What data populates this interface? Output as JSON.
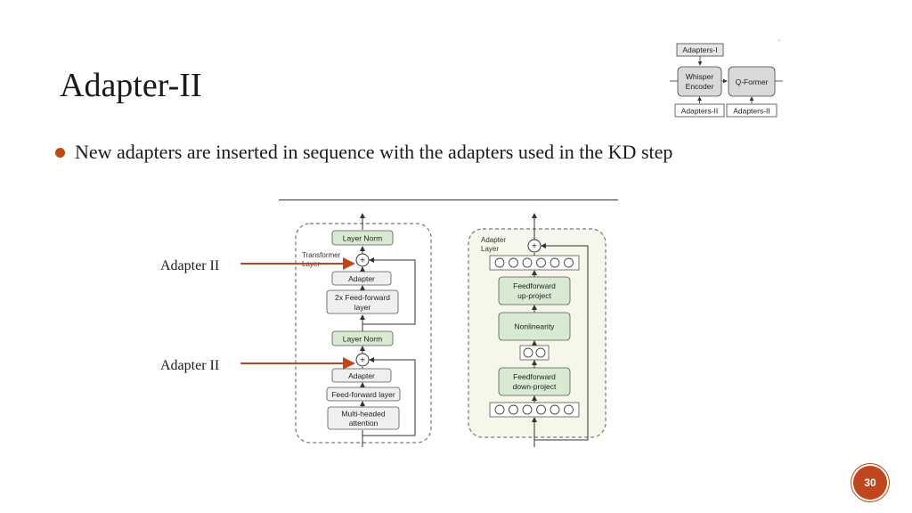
{
  "slide": {
    "title": "Adapter-II",
    "bullet": "New adapters are inserted in sequence with the adapters used in the KD step",
    "page_number": "30",
    "accent_color": "#c0461e"
  },
  "pipeline": {
    "adapters_top": "Adapters-I",
    "whisper_line1": "Whisper",
    "whisper_line2": "Encoder",
    "qformer": "Q-Former",
    "adapters_bottom_left": "Adapters-II",
    "adapters_bottom_right": "Adapters-II",
    "tick": "`"
  },
  "labels": {
    "adapter_upper": "Adapter II",
    "adapter_lower": "Adapter II"
  },
  "transformer": {
    "layer_label_1": "Transformer",
    "layer_label_2": "Layer",
    "layer_norm_top": "Layer Norm",
    "adapter_top": "Adapter",
    "ff2x_line1": "2x Feed-forward",
    "ff2x_line2": "layer",
    "layer_norm_mid": "Layer Norm",
    "adapter_bottom": "Adapter",
    "ff_layer": "Feed-forward layer",
    "mha_line1": "Multi-headed",
    "mha_line2": "attention",
    "plus": "+"
  },
  "adapter_layer": {
    "label_1": "Adapter",
    "label_2": "Layer",
    "ff_up_line1": "Feedforward",
    "ff_up_line2": "up-project",
    "nonlinearity": "Nonlinearity",
    "ff_down_line1": "Feedforward",
    "ff_down_line2": "down-project",
    "plus": "+"
  },
  "colors": {
    "green_box": "#d9ead3",
    "gray_box": "#efefef",
    "adapter_panel": "#f6f7ea",
    "arrow_red": "#c0461e"
  }
}
